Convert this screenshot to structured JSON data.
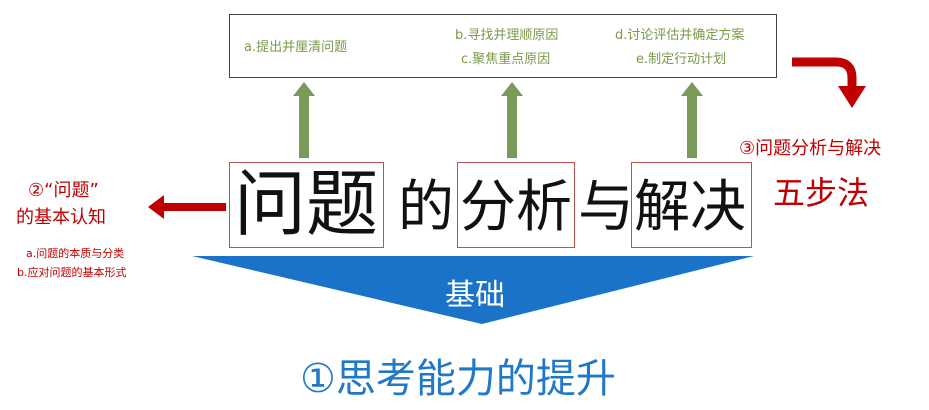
{
  "top_box": {
    "item_a": "a.提出并厘清问题",
    "item_b": "b.寻找并理顺原因",
    "item_c": "c.聚焦重点原因",
    "item_d": "d.讨论评估并确定方案",
    "item_e": "e.制定行动计划"
  },
  "title": {
    "part1": "问题",
    "part2": "的",
    "part3": "分析",
    "part4": "与",
    "part5": "解决"
  },
  "left_note": {
    "line1": "②“问题”",
    "line2": "的基本认知",
    "sub1": "a.问题的本质与分类",
    "sub2": "b.应对问题的基本形式"
  },
  "right_note": {
    "line1": "③问题分析与解决",
    "line2": "五步法"
  },
  "foundation": {
    "label": "基础",
    "caption": "①思考能力的提升"
  },
  "colors": {
    "green": "#7a9a5a",
    "red": "#c00000",
    "blue": "#1f78c8",
    "triangle": "#1a73c8"
  }
}
